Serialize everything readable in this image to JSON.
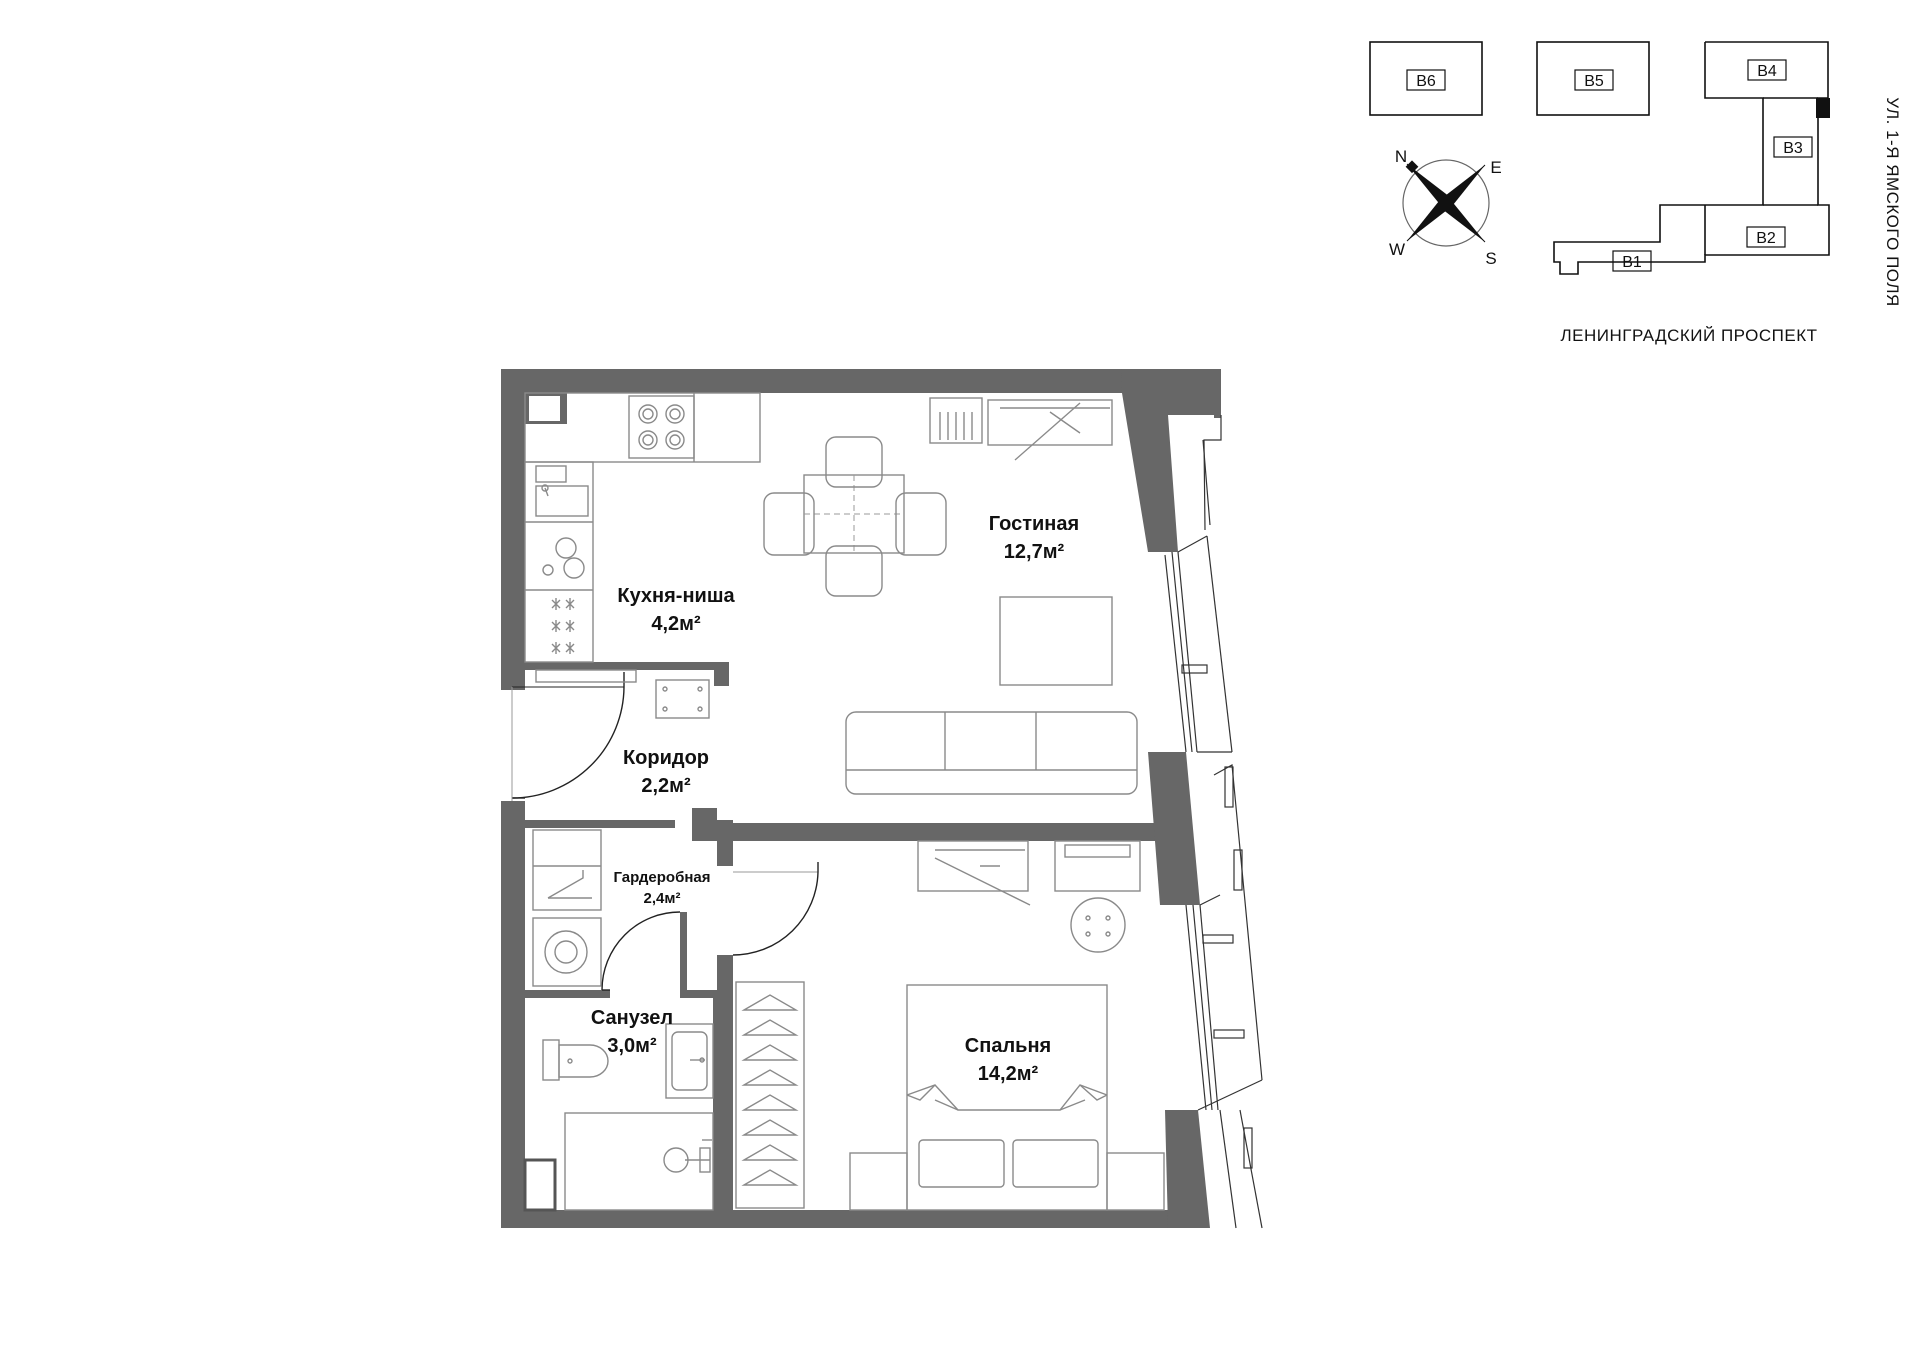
{
  "rooms": [
    {
      "id": "kitchen",
      "name": "Кухня-ниша",
      "area": "4,2м²"
    },
    {
      "id": "living",
      "name": "Гостиная",
      "area": "12,7м²"
    },
    {
      "id": "corridor",
      "name": "Коридор",
      "area": "2,2м²"
    },
    {
      "id": "wardrobe",
      "name": "Гардеробная",
      "area": "2,4м²"
    },
    {
      "id": "bathroom",
      "name": "Санузел",
      "area": "3,0м²"
    },
    {
      "id": "bedroom",
      "name": "Спальня",
      "area": "14,2м²"
    }
  ],
  "site_plan": {
    "buildings": [
      "В6",
      "В5",
      "В4",
      "В3",
      "В2",
      "В1"
    ],
    "streets": {
      "bottom": "ЛЕНИНГРАДСКИЙ ПРОСПЕКТ",
      "right": "УЛ. 1-Я ЯМСКОГО ПОЛЯ"
    },
    "compass": {
      "n": "N",
      "e": "E",
      "s": "S",
      "w": "W"
    }
  }
}
